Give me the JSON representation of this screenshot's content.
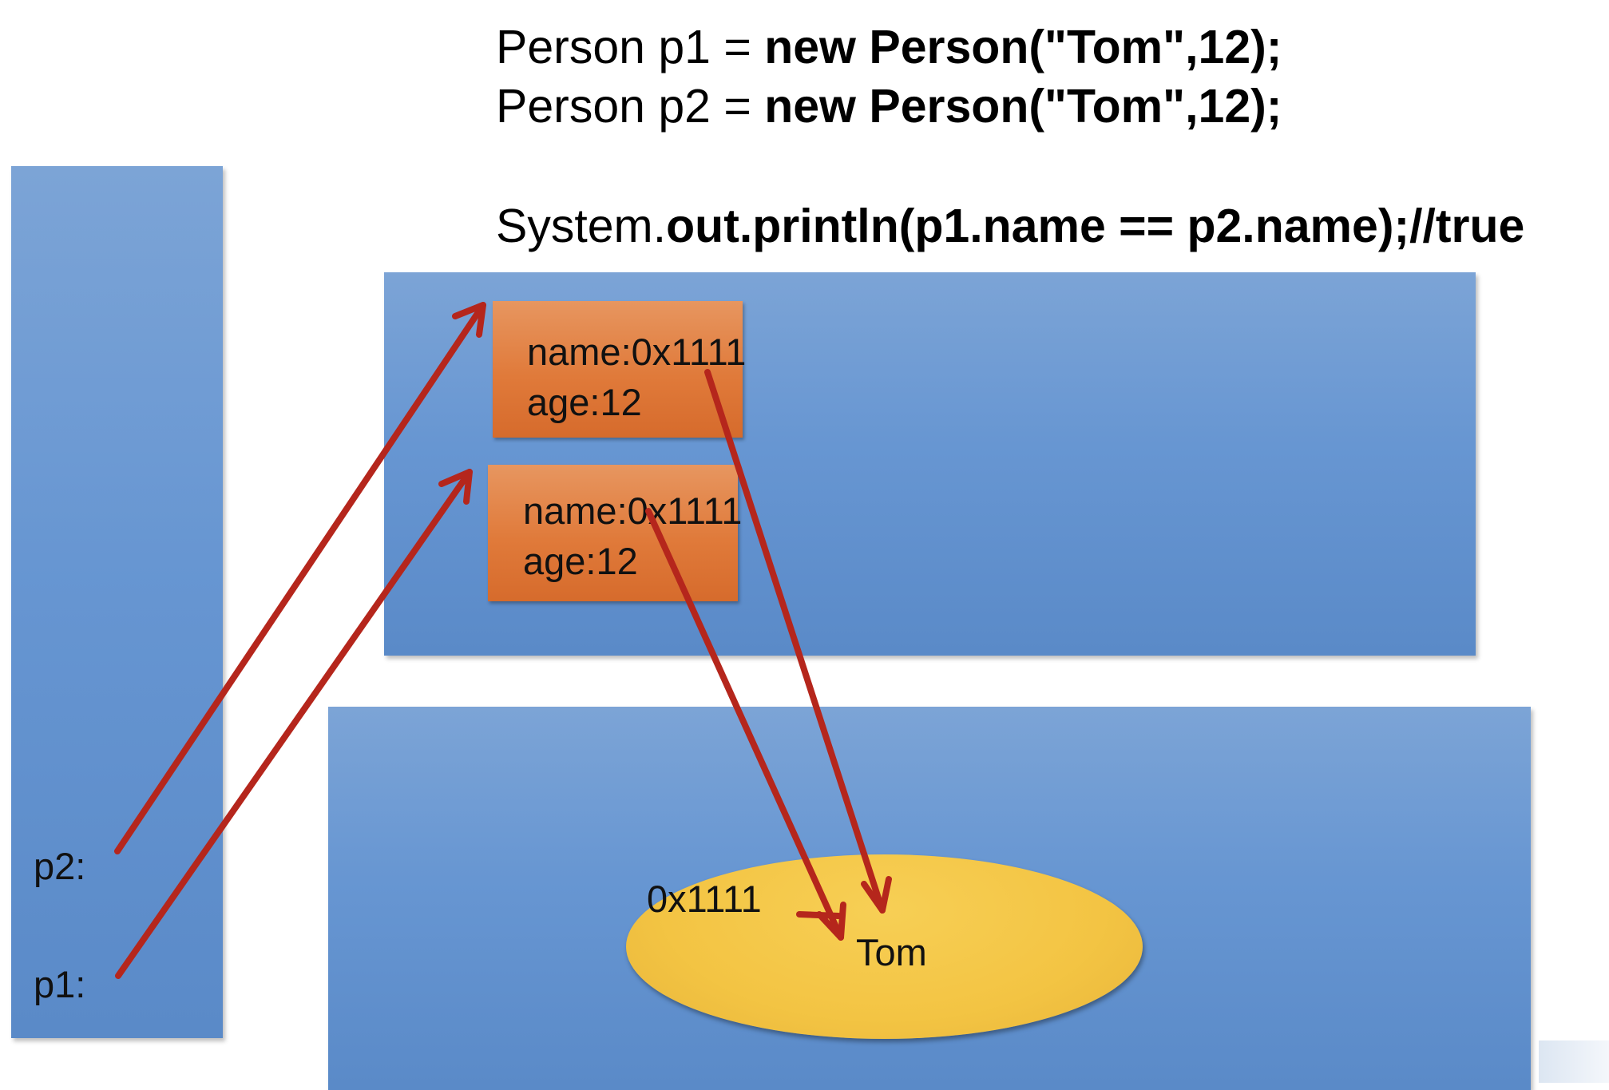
{
  "code": {
    "line1": {
      "prefix": "Person p1 = ",
      "bold": "new Person(\"Tom\",12);"
    },
    "line2": {
      "prefix": "Person p2 = ",
      "bold": "new Person(\"Tom\",12);"
    },
    "line3": {
      "prefix": "System.",
      "bold": "out.println(p1.name == p2.name);//true"
    }
  },
  "stack": {
    "p2_label": "p2:",
    "p1_label": "p1:"
  },
  "heap": {
    "objects": [
      {
        "name": "name:0x1111",
        "age": "age:12"
      },
      {
        "name": "name:0x1111",
        "age": "age:12"
      }
    ]
  },
  "string_pool": {
    "address": "0x1111",
    "value": "Tom"
  },
  "colors": {
    "region_blue": "#6796d2",
    "object_orange": "#e07a3a",
    "string_yellow": "#f3c443",
    "arrow_red": "#b5261c"
  }
}
